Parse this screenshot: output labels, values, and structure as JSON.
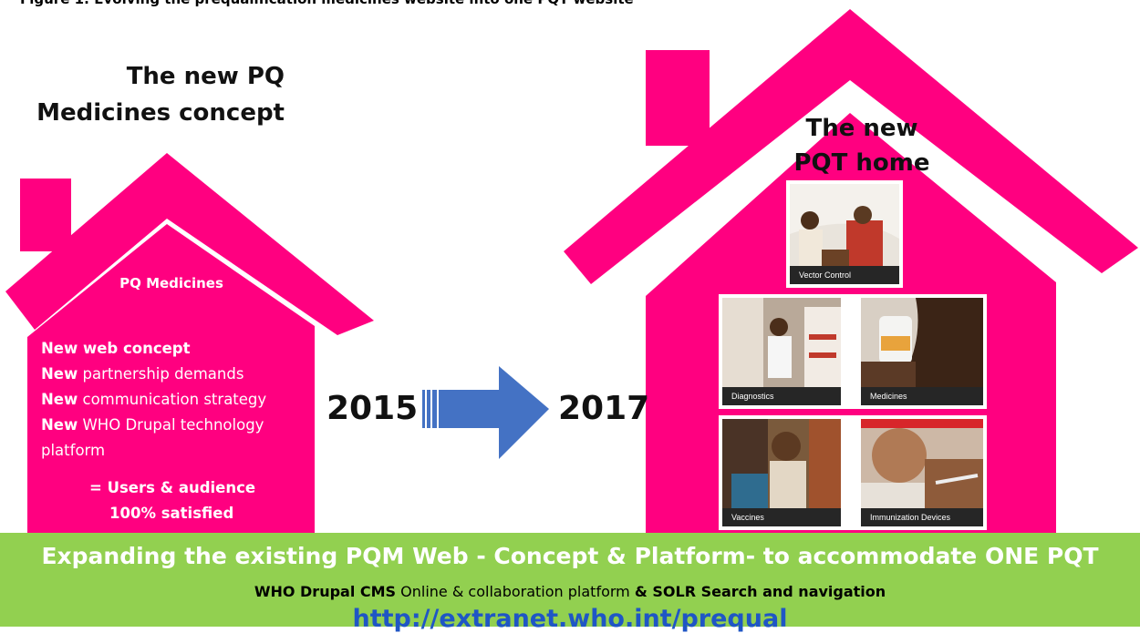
{
  "figure_caption": "Figure 1: Evolving the prequalification medicines website into one PQT website",
  "left_house": {
    "title_line1": "The new PQ",
    "title_line2": "Medicines concept",
    "label": "PQ Medicines",
    "items": [
      {
        "bold": "New web concept",
        "text": ""
      },
      {
        "bold": "New",
        "text": " partnership demands"
      },
      {
        "bold": "New",
        "text": " communication strategy"
      },
      {
        "bold": "New",
        "text": " WHO Drupal technology"
      }
    ],
    "item_cont": "platform",
    "result_line1": "=  Users & audience",
    "result_line2": "100% satisfied"
  },
  "timeline": {
    "from": "2015",
    "to": "2017"
  },
  "right_house": {
    "title_line1": "The new",
    "title_line2": "PQT home",
    "tiles": [
      {
        "label": "Vector Control"
      },
      {
        "label": "Diagnostics"
      },
      {
        "label": "Medicines"
      },
      {
        "label": "Vaccines"
      },
      {
        "label": "Immunization Devices"
      }
    ]
  },
  "banner": {
    "title": "Expanding the existing PQM Web - Concept &  Platform- to accommodate ONE PQT",
    "sub_bold1": "WHO Drupal CMS",
    "sub_text": " Online & collaboration  platform ",
    "sub_bold2": "& SOLR Search and navigation",
    "link": "http://extranet.who.int/prequal"
  },
  "colors": {
    "magenta": "#ff0080",
    "green": "#92d050",
    "arrow_blue": "#4472c4",
    "link_blue": "#1f56c5"
  }
}
